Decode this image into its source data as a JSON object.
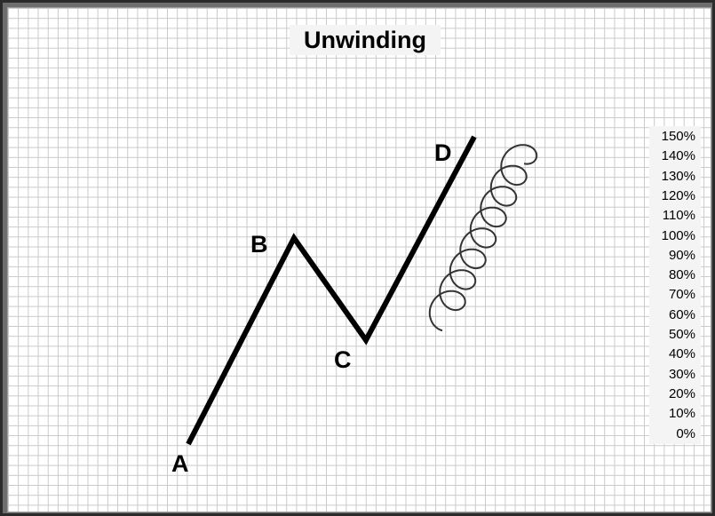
{
  "title": "Unwinding",
  "points": [
    {
      "label": "A"
    },
    {
      "label": "B"
    },
    {
      "label": "C"
    },
    {
      "label": "D"
    }
  ],
  "scale": [
    "150%",
    "140%",
    "130%",
    "120%",
    "110%",
    "100%",
    "90%",
    "80%",
    "70%",
    "60%",
    "50%",
    "40%",
    "30%",
    "20%",
    "10%",
    "0%"
  ],
  "colors": {
    "line": "#000000",
    "spiral": "#333333",
    "grid": "#c9c9c9"
  }
}
